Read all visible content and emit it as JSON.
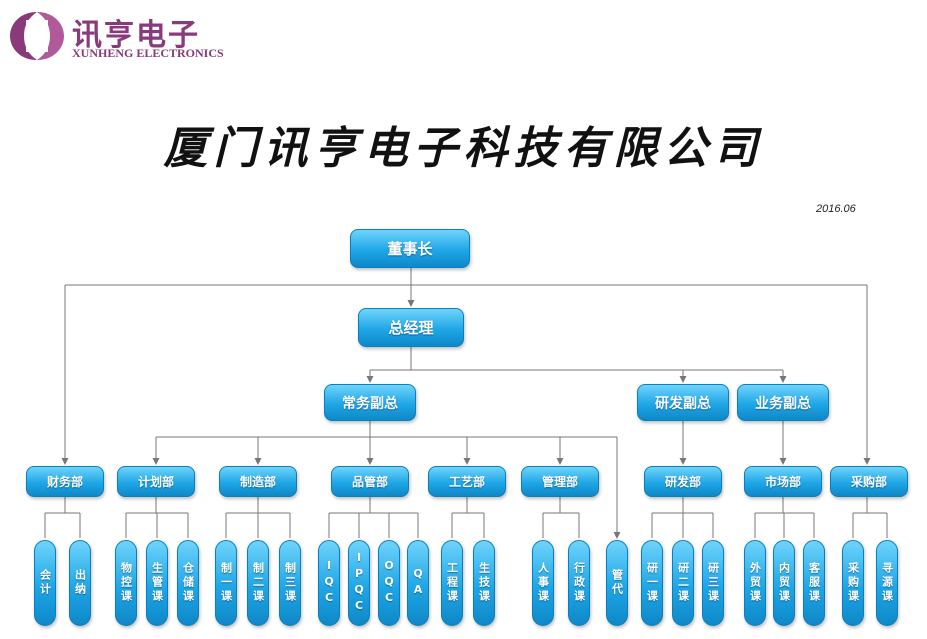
{
  "header": {
    "logo_cn": "讯亨电子",
    "logo_en": "XUNHENG ELECTRONICS",
    "company_title": "厦门讯亨电子科技有限公司",
    "date": "2016.06"
  },
  "colors": {
    "node_fill": "#1fa6e6",
    "node_border": "#0a7fbe",
    "connector": "#777777",
    "logo": "#8a3a7a"
  },
  "org": {
    "chairman": "董事长",
    "general_manager": "总经理",
    "vp_operations": "常务副总",
    "vp_rd": "研发副总",
    "vp_business": "业务副总",
    "departments": [
      {
        "name": "财务部",
        "sections": [
          "会计",
          "出纳"
        ]
      },
      {
        "name": "计划部",
        "sections": [
          "物控课",
          "生管课",
          "仓储课"
        ]
      },
      {
        "name": "制造部",
        "sections": [
          "制一课",
          "制二课",
          "制三课"
        ]
      },
      {
        "name": "品管部",
        "sections": [
          "IQC",
          "IPQC",
          "OQC",
          "QA"
        ]
      },
      {
        "name": "工艺部",
        "sections": [
          "工程课",
          "生技课"
        ]
      },
      {
        "name": "管理部",
        "sections": [
          "人事课",
          "行政课",
          "管代"
        ]
      },
      {
        "name": "研发部",
        "sections": [
          "研一课",
          "研二课",
          "研三课"
        ]
      },
      {
        "name": "市场部",
        "sections": [
          "外贸课",
          "内贸课",
          "客服课"
        ]
      },
      {
        "name": "采购部",
        "sections": [
          "采购课",
          "寻源课"
        ]
      }
    ]
  }
}
